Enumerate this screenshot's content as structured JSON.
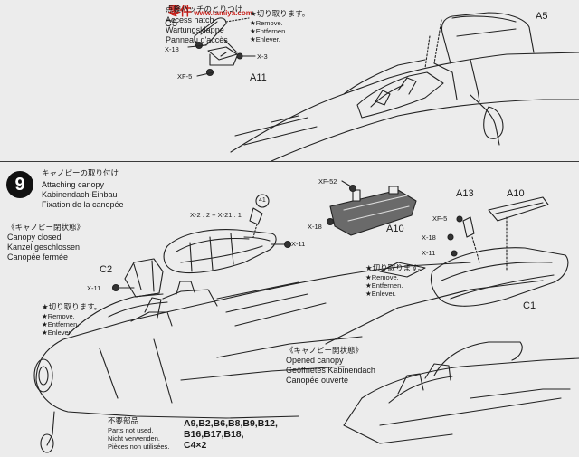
{
  "top_section": {
    "title_jp": "点検ハッチのとりつけ",
    "title_en": "Access hatch",
    "title_de": "Wartungsklappe",
    "title_fr": "Panneau d'accès",
    "parts": {
      "c5": "C5",
      "x18": "X-18",
      "x3": "X-3",
      "xf5": "XF-5",
      "a11": "A11",
      "a5": "A5"
    },
    "remove_note": {
      "jp": "★切り取ります。",
      "en": "★Remove.",
      "de": "★Entfernen.",
      "fr": "★Enlever."
    }
  },
  "logo": {
    "big": "零件",
    "small": "www.tamiya.com"
  },
  "step9": {
    "number": "9",
    "title_jp": "キャノピーの取り付け",
    "title_en": "Attaching canopy",
    "title_de": "Kabinendach-Einbau",
    "title_fr": "Fixation de la canopée",
    "parts": {
      "paint_mix": "X-2 : 2 + X-21 : 1",
      "ref_41": "41",
      "x11_a": "X-11",
      "c2": "C2",
      "x11_b": "X-11",
      "xf52": "XF-52",
      "x18_a": "X-18",
      "a10_a": "A10",
      "a13": "A13",
      "a10_b": "A10",
      "xf5": "XF-5",
      "x18_b": "X-18",
      "x11_c": "X-11",
      "c1": "C1"
    },
    "closed_caption": {
      "jp": "《キャノピー閉状態》",
      "en": "Canopy closed",
      "de": "Kanzel geschlossen",
      "fr": "Canopée fermée"
    },
    "opened_caption": {
      "jp": "《キャノピー開状態》",
      "en": "Opened canopy",
      "de": "Geöffnetes Kabinendach",
      "fr": "Canopée ouverte"
    },
    "remove_note_left": {
      "jp": "★切り取ります。",
      "en": "★Remove.",
      "de": "★Entfernen.",
      "fr": "★Enlever."
    },
    "remove_note_right": {
      "jp": "★切り取ります。",
      "en": "★Remove.",
      "de": "★Entfernen.",
      "fr": "★Enlever."
    },
    "not_used": {
      "jp": "不要部品",
      "en": "Parts not used.",
      "de": "Nicht verwenden.",
      "fr": "Pièces non utilisées.",
      "parts_lines": [
        "A9,B2,B6,B8,B9,B12,",
        "B16,B17,B18,",
        "C4×2"
      ]
    }
  }
}
